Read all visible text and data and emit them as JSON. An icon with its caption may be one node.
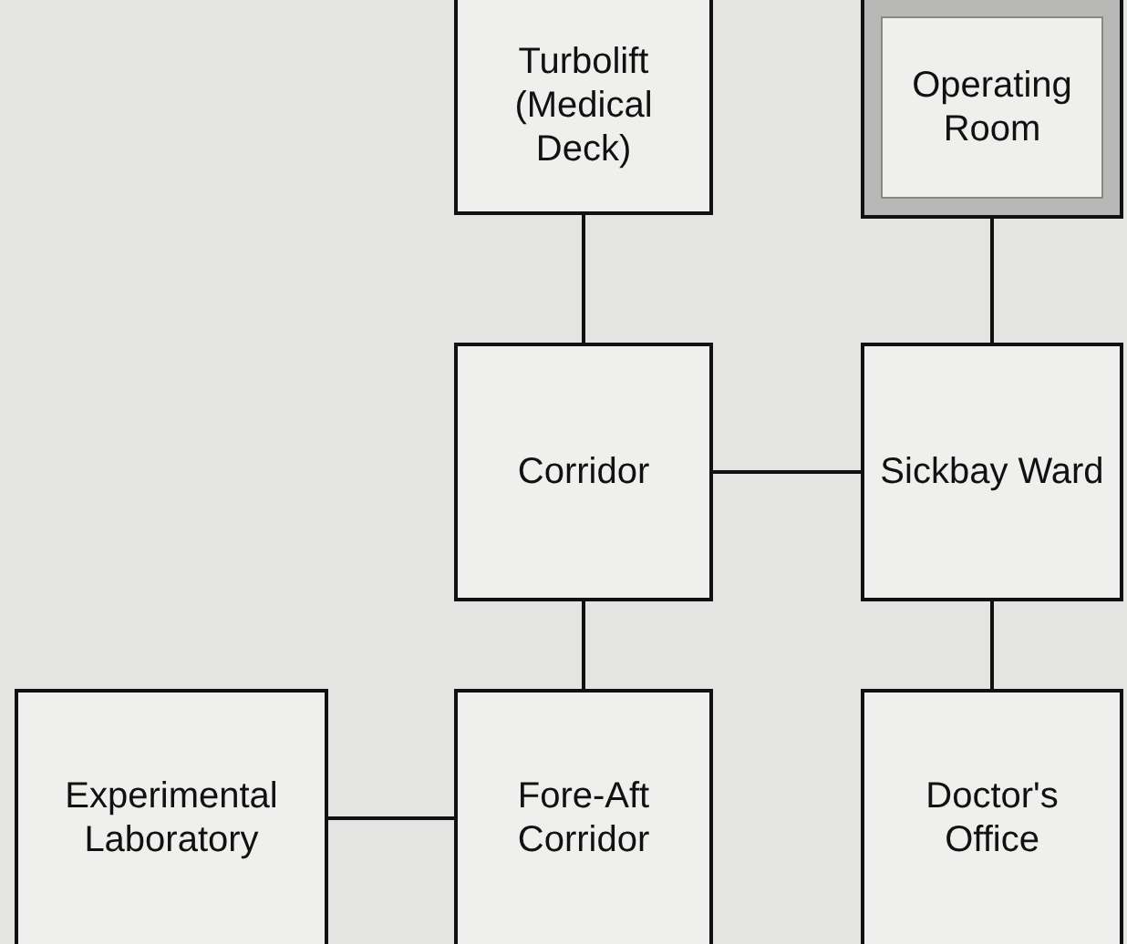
{
  "diagram": {
    "nodes": [
      {
        "text": [
          "Turbolift (Medical Deck)"
        ]
      },
      {
        "text": [
          "Operating Room"
        ]
      },
      {
        "text": [
          "Corridor"
        ]
      },
      {
        "text": [
          "Sickbay Ward"
        ]
      },
      {
        "text": [
          "Experimental Laboratory"
        ]
      },
      {
        "text": [
          "Fore-Aft Corridor"
        ]
      },
      {
        "text": [
          "Doctor's Office"
        ]
      }
    ],
    "edges": [
      {
        "from": 0,
        "to": 2,
        "arrow": "none"
      },
      {
        "from": 1,
        "to": 3,
        "arrow": "none"
      },
      {
        "from": 2,
        "to": 3,
        "arrow": "none"
      },
      {
        "from": 2,
        "to": 5,
        "arrow": "none"
      },
      {
        "from": 3,
        "to": 6,
        "arrow": "none"
      },
      {
        "from": 4,
        "to": 5,
        "arrow": "none"
      }
    ]
  }
}
